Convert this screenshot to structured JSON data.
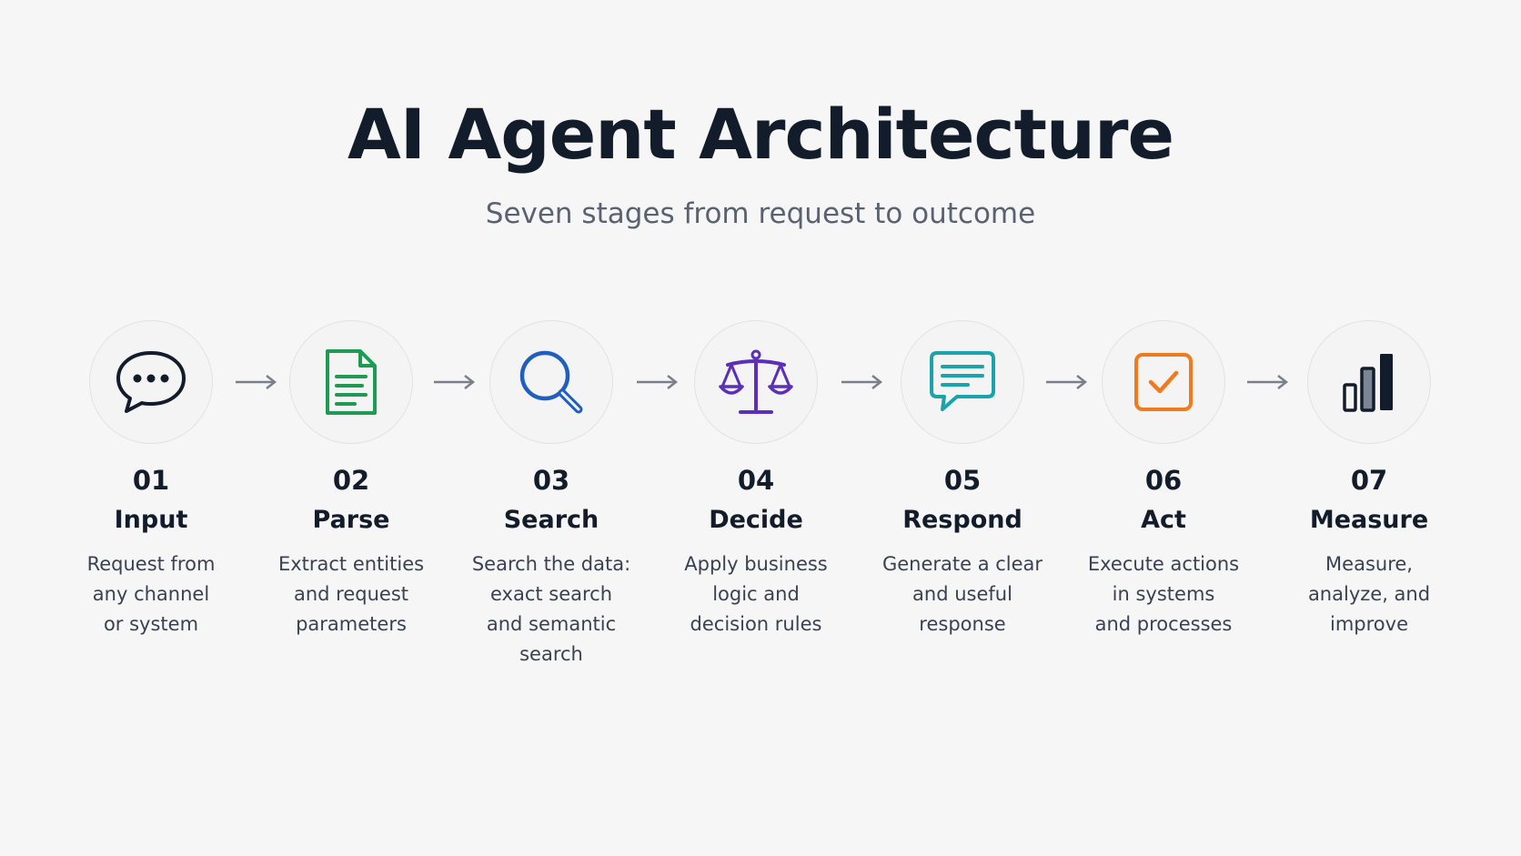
{
  "title": "AI Agent Architecture",
  "subtitle": "Seven stages from request to outcome",
  "colors": {
    "background": "#f6f6f6",
    "title": "#131c2b",
    "subtitle": "#5a6272",
    "arrow": "#7a808b"
  },
  "stages": [
    {
      "number": "01",
      "name": "Input",
      "description": "Request from\nany channel\nor system",
      "icon": "chat-bubble-icon",
      "icon_color": "#131c2b"
    },
    {
      "number": "02",
      "name": "Parse",
      "description": "Extract entities\nand request\nparameters",
      "icon": "document-icon",
      "icon_color": "#1e9b52"
    },
    {
      "number": "03",
      "name": "Search",
      "description": "Search the data:\nexact search\nand semantic\nsearch",
      "icon": "magnifier-icon",
      "icon_color": "#1f5fbf"
    },
    {
      "number": "04",
      "name": "Decide",
      "description": "Apply business\nlogic and\ndecision rules",
      "icon": "scales-icon",
      "icon_color": "#5b2fb8"
    },
    {
      "number": "05",
      "name": "Respond",
      "description": "Generate a clear\nand useful\nresponse",
      "icon": "message-icon",
      "icon_color": "#1aa3a8"
    },
    {
      "number": "06",
      "name": "Act",
      "description": "Execute actions\nin systems\nand processes",
      "icon": "checkbox-icon",
      "icon_color": "#f07a1e"
    },
    {
      "number": "07",
      "name": "Measure",
      "description": "Measure,\nanalyze, and\nimprove",
      "icon": "bar-chart-icon",
      "icon_color": "#131c2b"
    }
  ]
}
